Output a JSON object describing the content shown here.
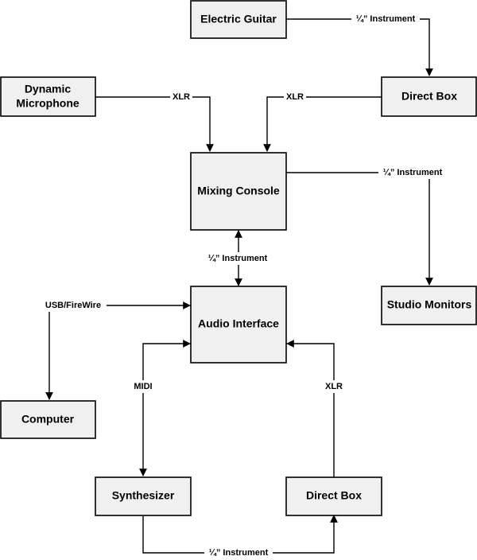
{
  "nodes": {
    "electric_guitar": "Electric Guitar",
    "dynamic_mic": [
      "Dynamic",
      "Microphone"
    ],
    "direct_box_top": "Direct Box",
    "mixing_console": "Mixing Console",
    "studio_monitors": "Studio Monitors",
    "audio_interface": "Audio Interface",
    "computer": "Computer",
    "synthesizer": "Synthesizer",
    "direct_box_bottom": "Direct Box"
  },
  "connections": {
    "guitar_to_dibox": "¼” Instrument",
    "mic_to_console": "XLR",
    "dibox_to_console": "XLR",
    "console_to_monitors": "¼” Instrument",
    "console_interface": "¼” Instrument",
    "computer_interface": "USB/FireWire",
    "interface_synth": "MIDI",
    "dibox_to_interface": "XLR",
    "synth_to_dibox": "¼” Instrument"
  }
}
